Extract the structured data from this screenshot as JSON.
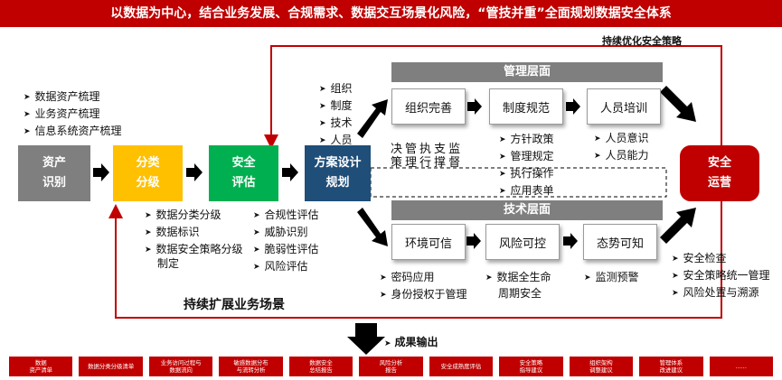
{
  "banner": "以数据为中心，结合业务发展、合规需求、数据交互场景化风险，“管技并重”全面规划数据安全体系",
  "loop_top_label": "持续优化安全策略",
  "loop_bottom_label": "持续扩展业务场景",
  "output_label": "成果输出",
  "colors": {
    "red": "#c00000",
    "gray": "#7f7f7f",
    "yellow": "#ffc000",
    "green": "#00b050",
    "blue": "#1f4e79"
  },
  "stages": {
    "asset": {
      "line1": "资产",
      "line2": "识别"
    },
    "classify": {
      "line1": "分类",
      "line2": "分级"
    },
    "assess": {
      "line1": "安全",
      "line2": "评估"
    },
    "design": {
      "line1": "方案设计",
      "line2": "规划"
    },
    "operate": {
      "line1": "安全",
      "line2": "运营"
    }
  },
  "asset_items": [
    "数据资产梳理",
    "业务资产梳理",
    "信息系统资产梳理"
  ],
  "classify_items": [
    "数据分类分级",
    "数据标识",
    "数据安全策略分级",
    "制定"
  ],
  "assess_items": [
    "合规性评估",
    "威胁识别",
    "脆弱性评估",
    "风险评估"
  ],
  "design_inputs": [
    "组织",
    "制度",
    "技术",
    "人员"
  ],
  "management": {
    "title": "管理层面",
    "boxes": [
      "组织完善",
      "制度规范",
      "人员培训"
    ],
    "org_items": [
      "决",
      "管",
      "执",
      "支",
      "监",
      "策",
      "理",
      "行",
      "撑",
      "督"
    ],
    "policy_items": [
      "方针政策",
      "管理规定",
      "执行操作",
      "应用表单"
    ],
    "training_items": [
      "人员意识",
      "人员能力"
    ]
  },
  "technical": {
    "title": "技术层面",
    "boxes": [
      "环境可信",
      "风险可控",
      "态势可知"
    ],
    "env_items": [
      "密码应用",
      "身份授权于管理"
    ],
    "risk_items": [
      "数据全生命",
      "周期安全"
    ],
    "situation_items": [
      "监测预警"
    ]
  },
  "operate_items": [
    "安全检查",
    "安全策略统一管理",
    "风险处置与溯源"
  ],
  "outputs": [
    [
      "数据",
      "资产清单"
    ],
    [
      "数据分类分级清单"
    ],
    [
      "业务访问过程与",
      "数据流向"
    ],
    [
      "敏感数据分布",
      "与流转分析"
    ],
    [
      "数据安全",
      "总结报告"
    ],
    [
      "风险分析",
      "报告"
    ],
    [
      "安全成熟度评估"
    ],
    [
      "安全策略",
      "指导建议"
    ],
    [
      "组织架构",
      "调整建议"
    ],
    [
      "管理体系",
      "改进建议"
    ],
    [
      "......"
    ]
  ]
}
